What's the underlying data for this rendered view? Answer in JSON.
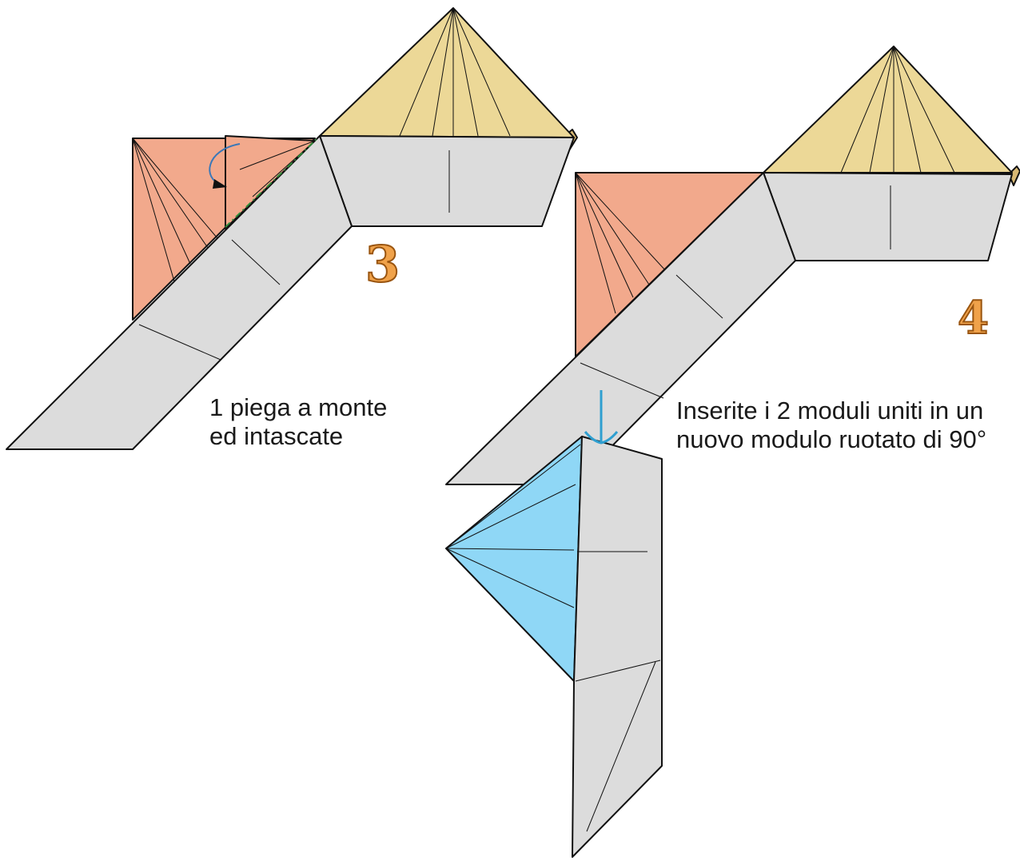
{
  "steps": [
    {
      "number": "3",
      "caption_line1": "1 piega a monte",
      "caption_line2": "ed intascate"
    },
    {
      "number": "4",
      "caption_line1": "Inserite i 2 moduli uniti in un",
      "caption_line2": "nuovo modulo ruotato di 90°"
    }
  ],
  "colors": {
    "salmon_module": "#f2a98c",
    "gold_module": "#ecd897",
    "gold_module_edge": "#d9b974",
    "blue_module": "#8fd7f6",
    "gray_strip": "#dcdcdc",
    "outline": "#111111",
    "insert_arrow": "#2f9fd0",
    "step_number": "#f0a24a",
    "mountain_fold_line": "#2e8b3a",
    "fold_arrow": "#3a78b8"
  },
  "icons": [
    "fold-arrow-icon",
    "insert-arrow-icon",
    "mountain-fold-line-icon"
  ]
}
